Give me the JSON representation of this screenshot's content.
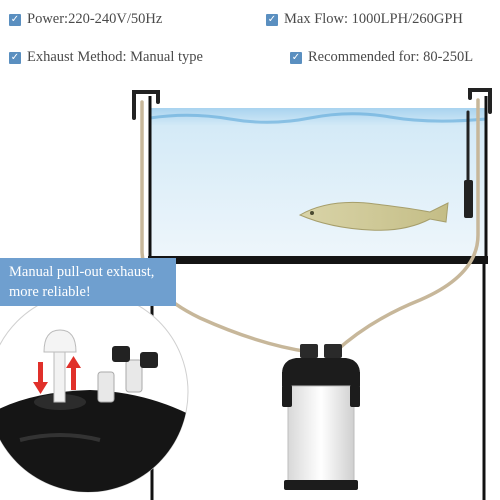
{
  "specs": [
    {
      "label": "Power:220-240V/50Hz"
    },
    {
      "label": "Max Flow: 1000LPH/260GPH"
    },
    {
      "label": "Exhaust Method: Manual type"
    },
    {
      "label": "Recommended for: 80-250L"
    }
  ],
  "callout": {
    "line1": "Manual pull-out exhaust,",
    "line2": "more reliable!"
  },
  "icons": {
    "check": "checkmark-icon",
    "arrows": [
      "arrow-down-icon",
      "arrow-up-icon"
    ]
  },
  "colors": {
    "check_bg": "#5a8fc0",
    "callout_bg": "#6f9fcf",
    "water": "#cfe6f4",
    "hose": "#c7b79a",
    "frame": "#1a1a1a",
    "arrow": "#e0302a"
  }
}
